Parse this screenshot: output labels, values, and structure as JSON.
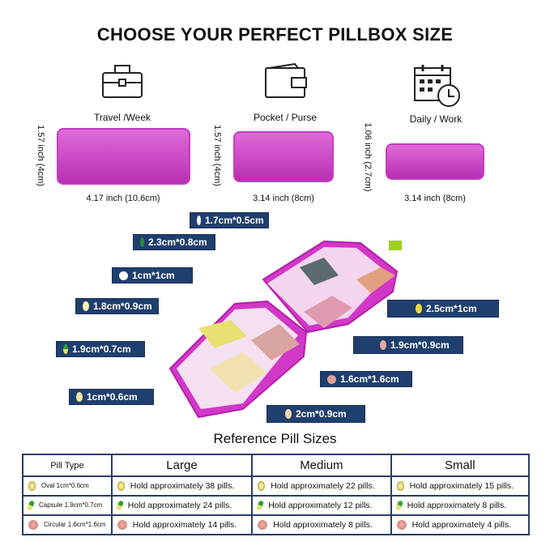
{
  "title": "CHOOSE YOUR PERFECT PILLBOX SIZE",
  "sizes": [
    {
      "label": "Travel /Week",
      "icon": "suitcase-icon",
      "height": "1.57 inch (4cm)",
      "width": "4.17 inch (10.6cm)"
    },
    {
      "label": "Pocket / Purse",
      "icon": "wallet-icon",
      "height": "1.57 inch (4cm)",
      "width": "3.14 inch (8cm)"
    },
    {
      "label": "Daily / Work",
      "icon": "calendar-clock-icon",
      "height": "1.06 inch (2.7cm)",
      "width": "3.14 inch (8cm)"
    }
  ],
  "callouts": [
    "1.7cm*0.5cm",
    "2.3cm*0.8cm",
    "1cm*1cm",
    "1.8cm*0.9cm",
    "2.5cm*1cm",
    "1.9cm*0.7cm",
    "1.9cm*0.9cm",
    "1.6cm*1.6cm",
    "1cm*0.6cm",
    "2cm*0.9cm"
  ],
  "colors": {
    "callout_bg": "#1f3f6e",
    "pillbox": "#c23ec0",
    "table_border": "#2b3d66"
  },
  "table": {
    "title": "Reference Pill Sizes",
    "headers": [
      "Pill Type",
      "Large",
      "Medium",
      "Small"
    ],
    "rows": [
      {
        "type": "Oval 1cm*0.6cm",
        "icon": "oval",
        "cells": [
          "Hold approximately 38 pills.",
          "Hold approximately 22 pills.",
          "Hold approximately 15 pills."
        ]
      },
      {
        "type": "Capsule 1.9cm*0.7cm",
        "icon": "capsule",
        "cells": [
          "Hold approximately 24 pills.",
          "Hold approximately 12 pills.",
          "Hold approximately 8 pills."
        ]
      },
      {
        "type": "Circular 1.6cm*1.6cm",
        "icon": "circular",
        "cells": [
          "Hold approximately 14 pills.",
          "Hold approximately 8 pills.",
          "Hold approximately 4 pills."
        ]
      }
    ]
  }
}
